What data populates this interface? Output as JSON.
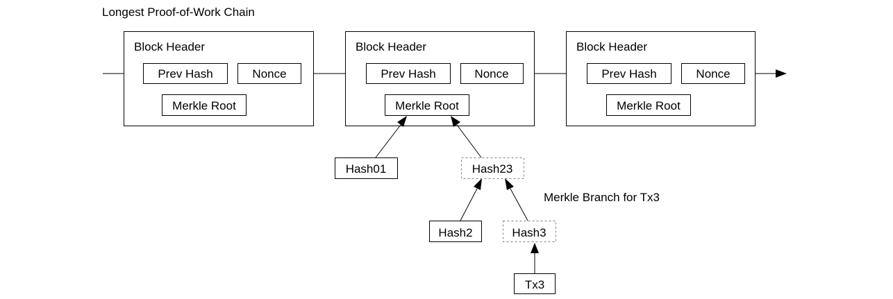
{
  "title": "Longest Proof-of-Work Chain",
  "blocks": [
    {
      "header": "Block Header",
      "prev_hash": "Prev Hash",
      "nonce": "Nonce",
      "merkle_root": "Merkle Root"
    },
    {
      "header": "Block Header",
      "prev_hash": "Prev Hash",
      "nonce": "Nonce",
      "merkle_root": "Merkle Root"
    },
    {
      "header": "Block Header",
      "prev_hash": "Prev Hash",
      "nonce": "Nonce",
      "merkle_root": "Merkle Root"
    }
  ],
  "merkle": {
    "hash01": "Hash01",
    "hash23": "Hash23",
    "hash2": "Hash2",
    "hash3": "Hash3",
    "tx3": "Tx3",
    "branch_label": "Merkle Branch for Tx3"
  },
  "colors": {
    "stroke": "#000000",
    "dashed_stroke": "#808080",
    "background": "#ffffff"
  }
}
